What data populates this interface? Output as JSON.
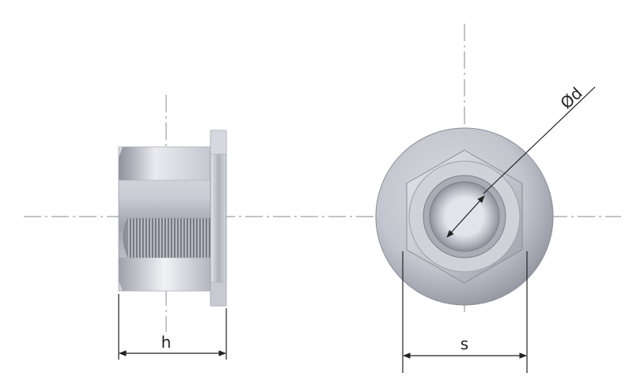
{
  "labels": {
    "height": "h",
    "width_across_flats": "s",
    "thread_diameter": "Ød"
  },
  "colors": {
    "line": "#222222",
    "centerline": "#777777",
    "metal_light": "#eef0f4",
    "metal_mid": "#b9bcc6",
    "metal_dark": "#7d808b"
  }
}
